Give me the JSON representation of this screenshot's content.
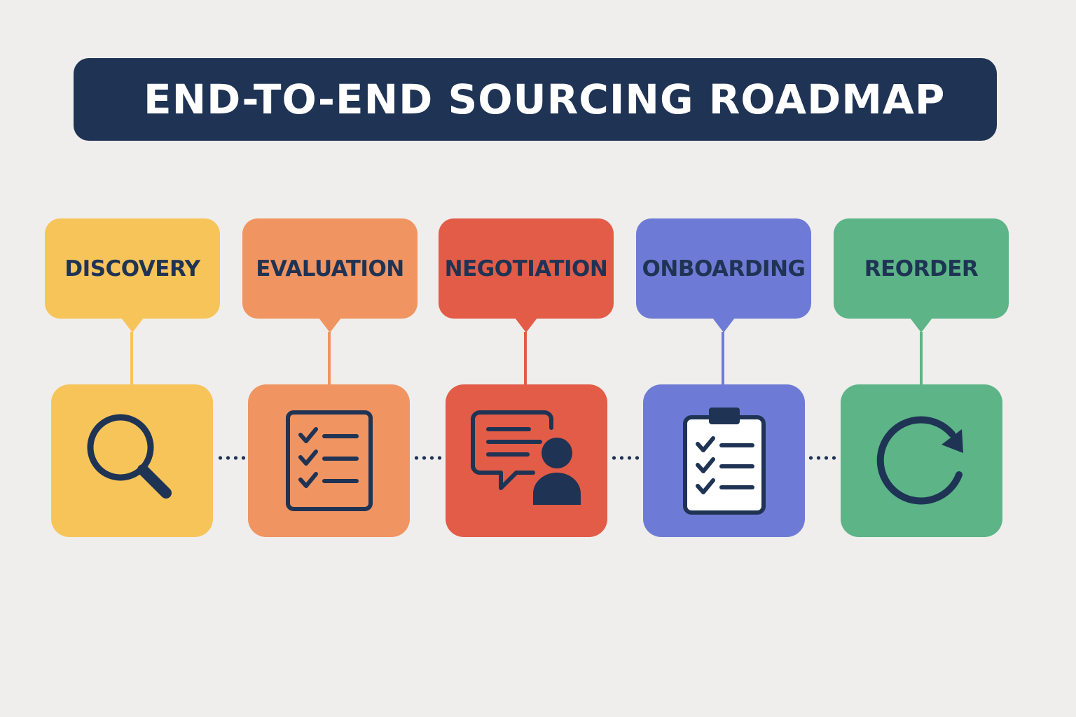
{
  "title": "END-TO-END SOURCING ROADMAP",
  "colors": {
    "background": "#efeeec",
    "banner": "#1f3354",
    "text_dark": "#1f3354"
  },
  "stages": [
    {
      "label": "DISCOVERY",
      "icon": "magnifying-glass-icon",
      "color": "#f7c45a"
    },
    {
      "label": "EVALUATION",
      "icon": "checklist-icon",
      "color": "#f09461"
    },
    {
      "label": "NEGOTIATION",
      "icon": "chat-person-icon",
      "color": "#e25c47"
    },
    {
      "label": "ONBOARDING",
      "icon": "clipboard-icon",
      "color": "#6e7bd6"
    },
    {
      "label": "REORDER",
      "icon": "refresh-icon",
      "color": "#5cb487"
    }
  ]
}
